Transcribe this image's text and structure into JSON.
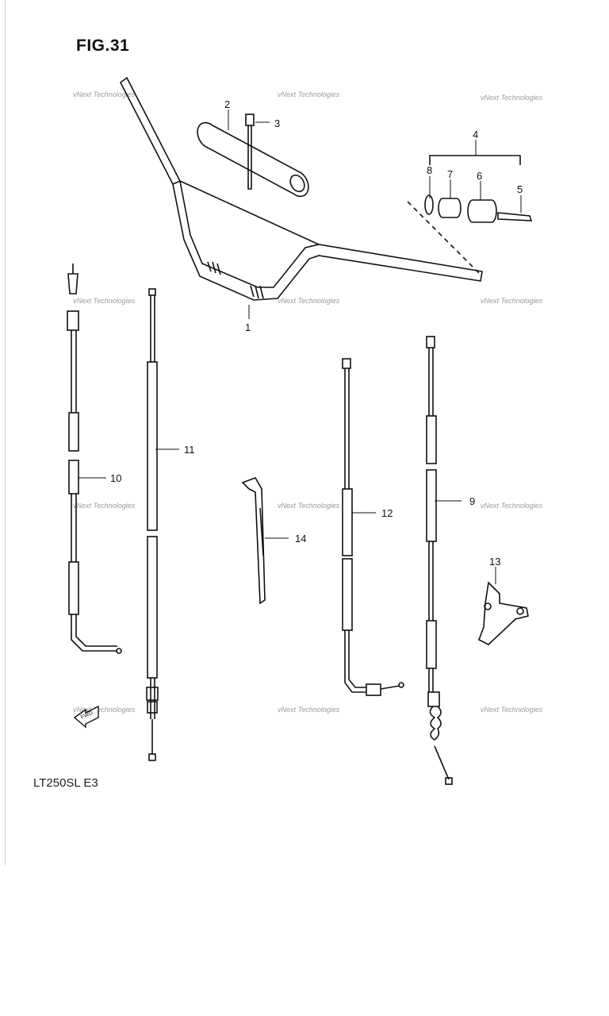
{
  "figure_title": "FIG.31",
  "model_label": "LT250SL E3",
  "watermark_text": "vNext Technologies",
  "fwd_arrow_label": "FWD",
  "callouts": [
    "1",
    "2",
    "3",
    "4",
    "5",
    "6",
    "7",
    "8",
    "9",
    "10",
    "11",
    "12",
    "13",
    "14"
  ],
  "colors": {
    "line": "#111111",
    "watermark": "#9a9a9a",
    "background": "#ffffff"
  }
}
